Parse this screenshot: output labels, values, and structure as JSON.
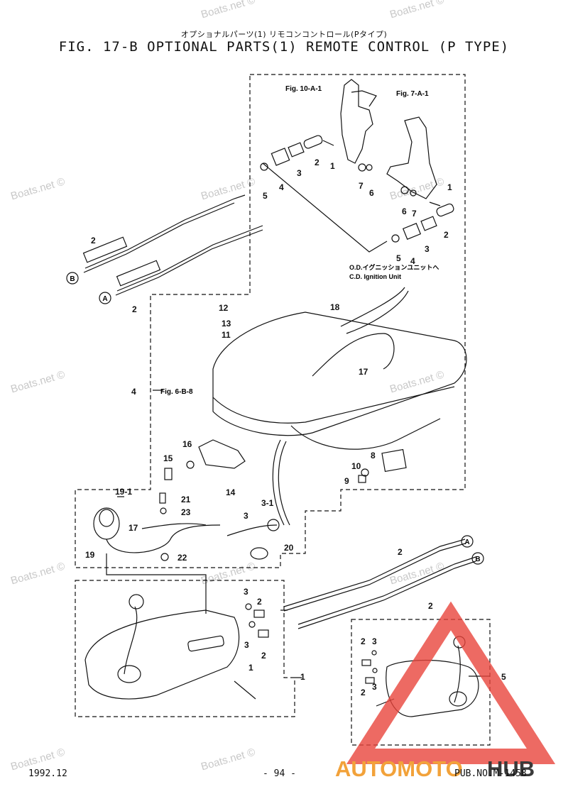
{
  "header": {
    "title_jp": "オプショナルパーツ(1) リモコンコントロール(Pタイプ)",
    "title": "FIG. 17-B OPTIONAL PARTS(1) REMOTE CONTROL (P TYPE)"
  },
  "refs": {
    "fig10a1": "Fig. 10-A-1",
    "fig7a1": "Fig. 7-A-1",
    "fig6b8": "Fig. 6-B-8"
  },
  "notes": {
    "od_jp": "O.D.イグニッションユニットへ",
    "od_en": "C.D. Ignition Unit"
  },
  "circles": {
    "a": "A",
    "b": "B"
  },
  "watermark": "Boats.net ©",
  "logo": {
    "part1": "AUTOMOTO",
    "part2": "HUB"
  },
  "footer": {
    "date": "1992.12",
    "page": "- 94 -",
    "pub": "PUB.NO.M-1458"
  },
  "colors": {
    "logo_red": "#e8453c",
    "logo_orange": "#f2a23a",
    "logo_dark": "#3a3a3a"
  }
}
